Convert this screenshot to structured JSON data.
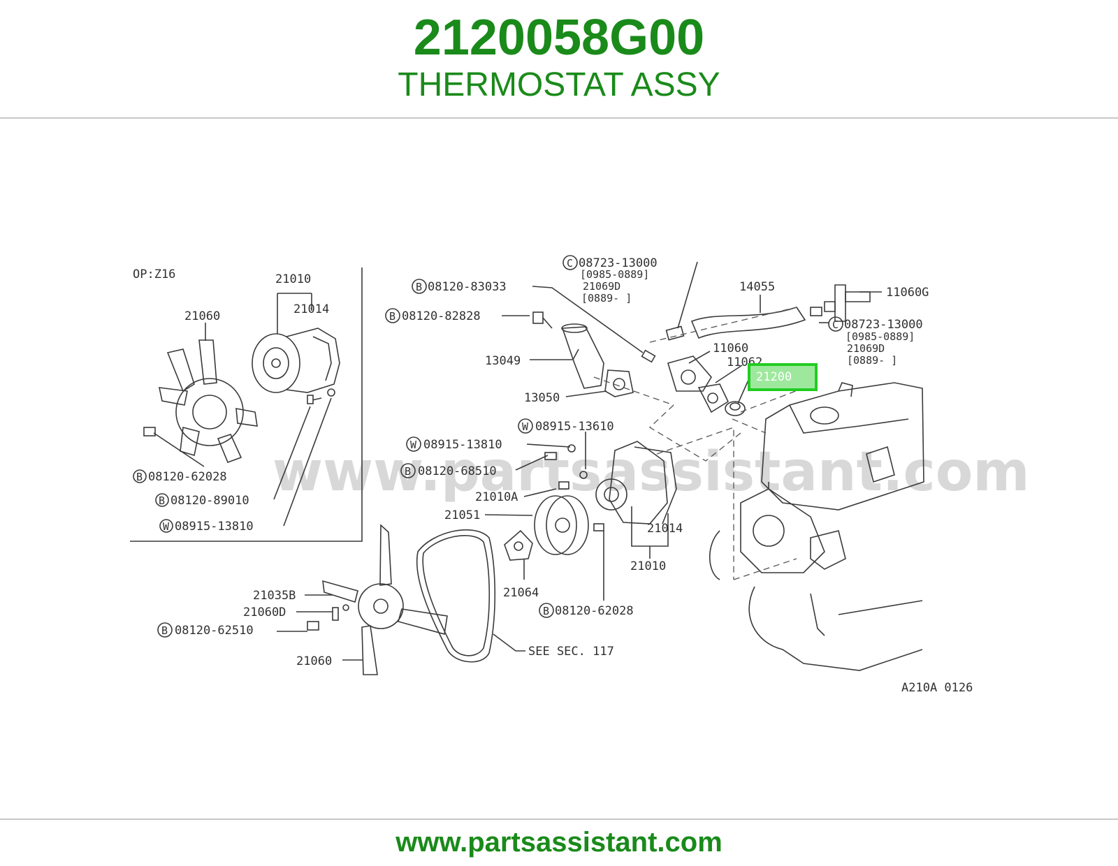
{
  "header": {
    "part_number": "2120058G00",
    "part_name": "THERMOSTAT ASSY"
  },
  "footer": {
    "site": "www.partsassistant.com"
  },
  "watermark": "www.partsassistant.com",
  "colors": {
    "brand_green": "#1a8a1a",
    "highlight_border": "#22cc22",
    "highlight_fill": "#9ee89e"
  },
  "diagram": {
    "inset_title": "OP:Z16",
    "drawing_code": "A210A 0126",
    "highlight_label": "21200",
    "labels": {
      "l21010a": "21010",
      "l21014a": "21014",
      "l21060a": "21060",
      "l0812062028a": "08120-62028",
      "l0812089010": "08120-89010",
      "l0891513810a": "08915-13810",
      "l0812083033": "08120-83033",
      "l0812082828": "08120-82828",
      "l13049": "13049",
      "l13050": "13050",
      "l0872313000a": "08723-13000",
      "l0985a": "[0985-0889]",
      "l21069da": "21069D",
      "l0889a": "[0889-    ]",
      "l14055": "14055",
      "l11060g": "11060G",
      "l0872313000b": "08723-13000",
      "l0985b": "[0985-0889]",
      "l21069db": "21069D",
      "l0889b": "[0889-    ]",
      "l11060": "11060",
      "l11062": "11062",
      "l0891513610": "08915-13610",
      "l0891513810b": "08915-13810",
      "l0812068510": "08120-68510",
      "l21010A": "21010A",
      "l21051": "21051",
      "l21014b": "21014",
      "l21010b": "21010",
      "l21064": "21064",
      "l0812062028b": "08120-62028",
      "l21035b": "21035B",
      "l21060d": "21060D",
      "l0812062510": "08120-62510",
      "l21060b": "21060",
      "lsee": "SEE SEC. 117"
    },
    "markers": {
      "b": "B",
      "c": "C",
      "w": "W"
    }
  }
}
